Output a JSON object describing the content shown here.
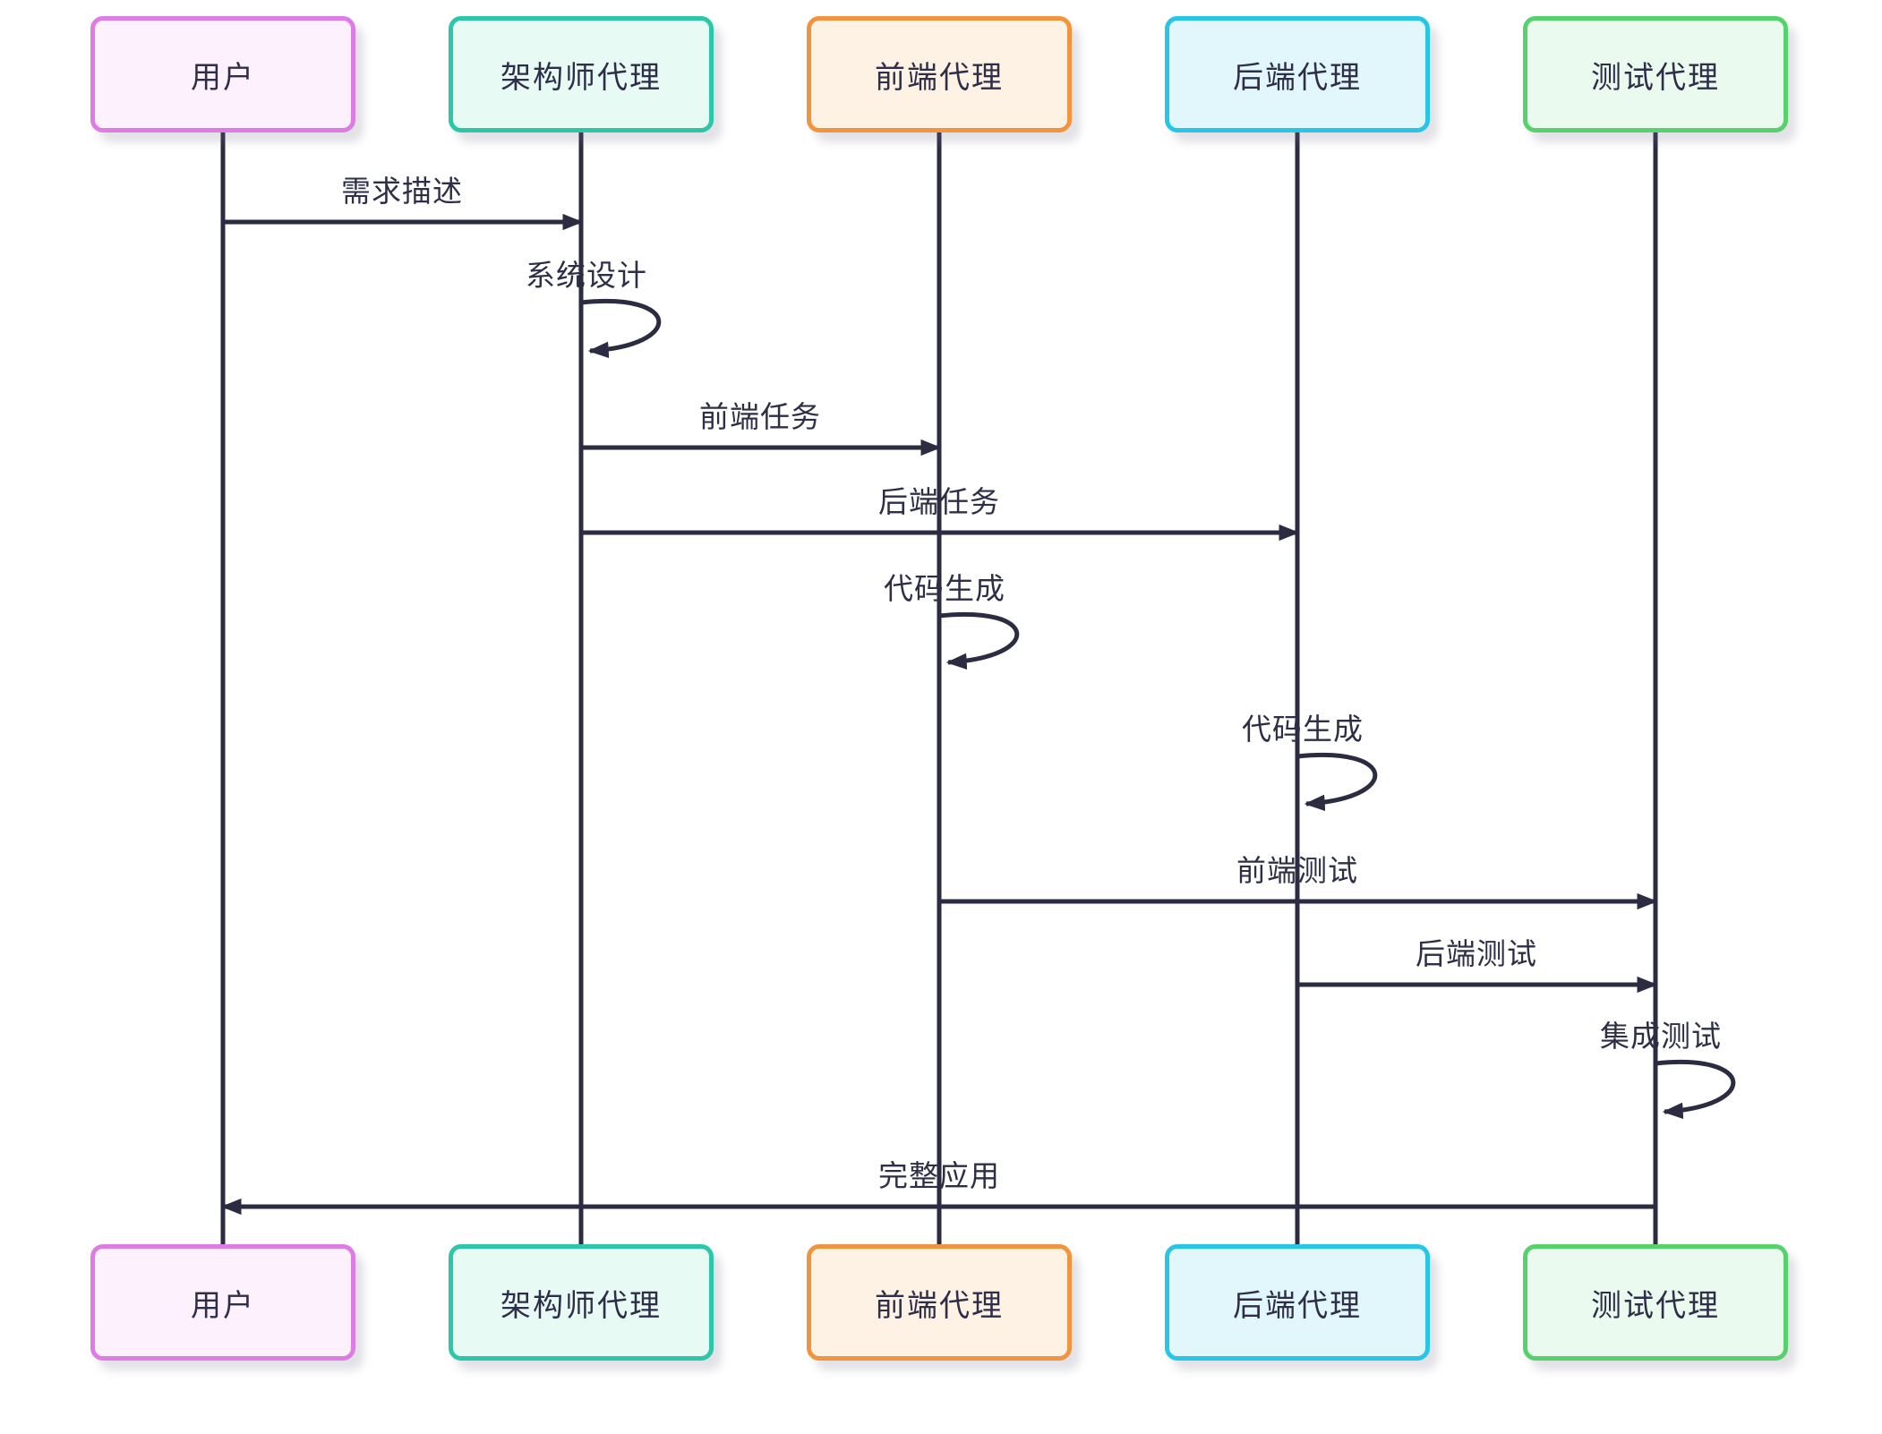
{
  "diagram": {
    "type": "sequence",
    "background": "#ffffff",
    "line_color": "#2b2b42",
    "text_color": "#2e2e48",
    "actors": [
      {
        "id": "user",
        "label": "用户",
        "border": "#de7ce6",
        "fill": "#fcf1fd"
      },
      {
        "id": "architect",
        "label": "架构师代理",
        "border": "#2cc6a9",
        "fill": "#e7faf4"
      },
      {
        "id": "frontend",
        "label": "前端代理",
        "border": "#f1943d",
        "fill": "#fdf2e4"
      },
      {
        "id": "backend",
        "label": "后端代理",
        "border": "#27c6e7",
        "fill": "#e1f7fc"
      },
      {
        "id": "test",
        "label": "测试代理",
        "border": "#56d16c",
        "fill": "#ebfaee"
      }
    ],
    "messages": [
      {
        "label": "需求描述",
        "from": "user",
        "to": "architect",
        "kind": "arrow"
      },
      {
        "label": "系统设计",
        "from": "architect",
        "to": "architect",
        "kind": "self"
      },
      {
        "label": "前端任务",
        "from": "architect",
        "to": "frontend",
        "kind": "arrow"
      },
      {
        "label": "后端任务",
        "from": "architect",
        "to": "backend",
        "kind": "arrow"
      },
      {
        "label": "代码生成",
        "from": "frontend",
        "to": "frontend",
        "kind": "self"
      },
      {
        "label": "代码生成",
        "from": "backend",
        "to": "backend",
        "kind": "self"
      },
      {
        "label": "前端测试",
        "from": "frontend",
        "to": "test",
        "kind": "arrow"
      },
      {
        "label": "后端测试",
        "from": "backend",
        "to": "test",
        "kind": "arrow"
      },
      {
        "label": "集成测试",
        "from": "test",
        "to": "test",
        "kind": "self"
      },
      {
        "label": "完整应用",
        "from": "test",
        "to": "user",
        "kind": "arrow"
      }
    ]
  }
}
